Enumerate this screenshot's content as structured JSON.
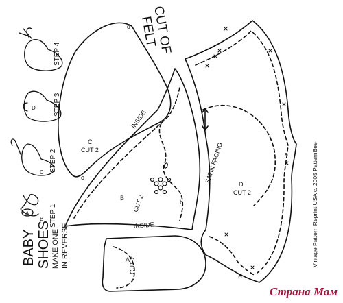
{
  "title": {
    "line1": "BABY",
    "line2": "SHOES",
    "line3": "MAKE ONE",
    "line4": "IN REVERSE"
  },
  "steps": {
    "s1": "STEP 1",
    "s2": "STEP 2",
    "s3": "STEP 3",
    "s4": "STEP 4"
  },
  "felt": {
    "line1": "CUT OF",
    "line2": "FELT"
  },
  "pieces": {
    "a_letter": "A",
    "a_cut": "CUT 2",
    "b_letter": "B",
    "b_cut": "CUT 2",
    "c_letter": "C",
    "c_cut": "CUT 2",
    "d_letter": "D",
    "d_cut": "CUT 2"
  },
  "labels": {
    "inside_top": "INSIDE",
    "inside_bottom": "INSIDE",
    "satin": "SATIN FACING",
    "mark_a": "A",
    "mark_b": "B",
    "mark_c": "C",
    "mark_d": "D",
    "mark_a2": "a",
    "mark_b2": "b",
    "mark_c2": "c",
    "mark_d2": "d"
  },
  "copyright": "Vintage Pattern Reprint USA  c. 2005 PatternBee",
  "watermark": "Страна Мам",
  "colors": {
    "ink": "#111111",
    "watermark": "#a4133c"
  }
}
